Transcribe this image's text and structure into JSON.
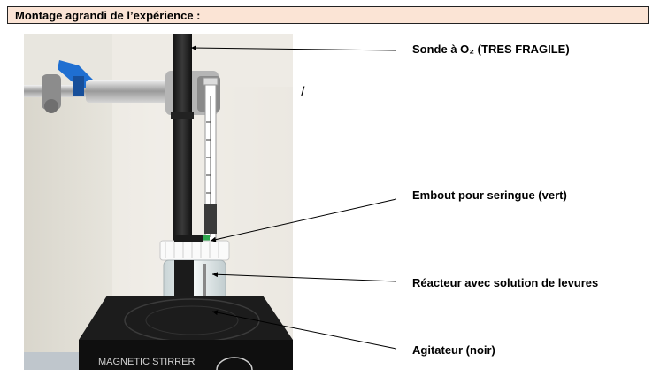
{
  "header": {
    "title": "Montage agrandi de l’expérience :"
  },
  "labels": {
    "sonde": "Sonde à O₂ (TRES FRAGILE)",
    "embout": "Embout pour seringue (vert)",
    "reacteur": "Réacteur avec solution de levures",
    "agitateur": "Agitateur (noir)"
  },
  "photo": {
    "stirrer_text": "MAGNETIC STIRRER"
  },
  "stray_mark": "/",
  "colors": {
    "header_background": "#fbe4d5",
    "clamp_knob": "#1f6fd1",
    "syringe_tip": "#2fa84f"
  }
}
